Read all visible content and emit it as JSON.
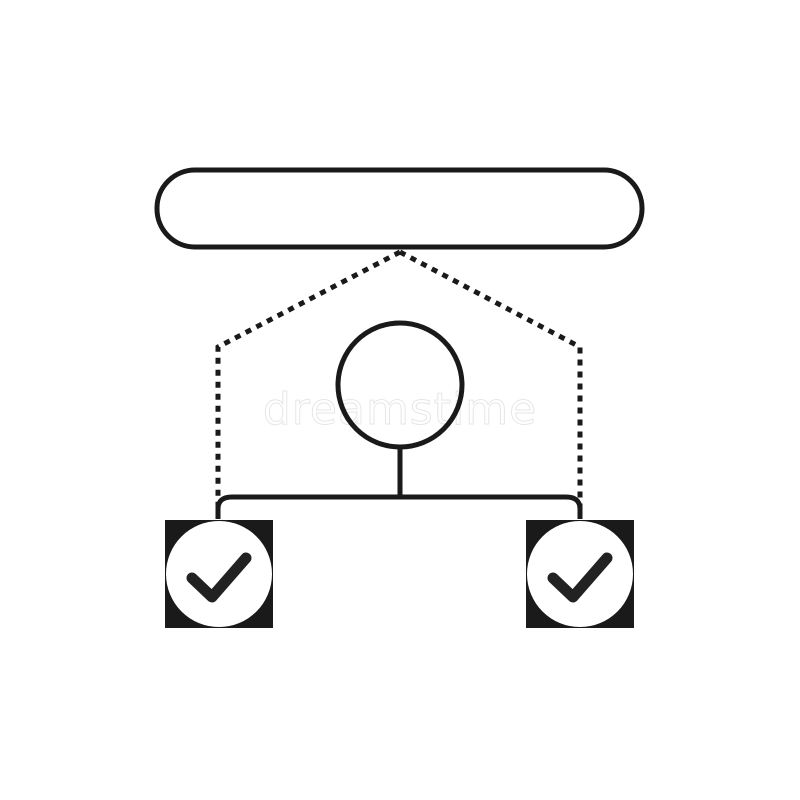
{
  "diagram": {
    "watermark_text": "dreamstime",
    "colors": {
      "stroke": "#1a1a1a",
      "check": "#222222",
      "background": "#ffffff"
    },
    "icons": {
      "top": "rounded-bar",
      "center": "circle-node",
      "left": "checkbox-check-icon",
      "right": "checkbox-check-icon"
    }
  }
}
